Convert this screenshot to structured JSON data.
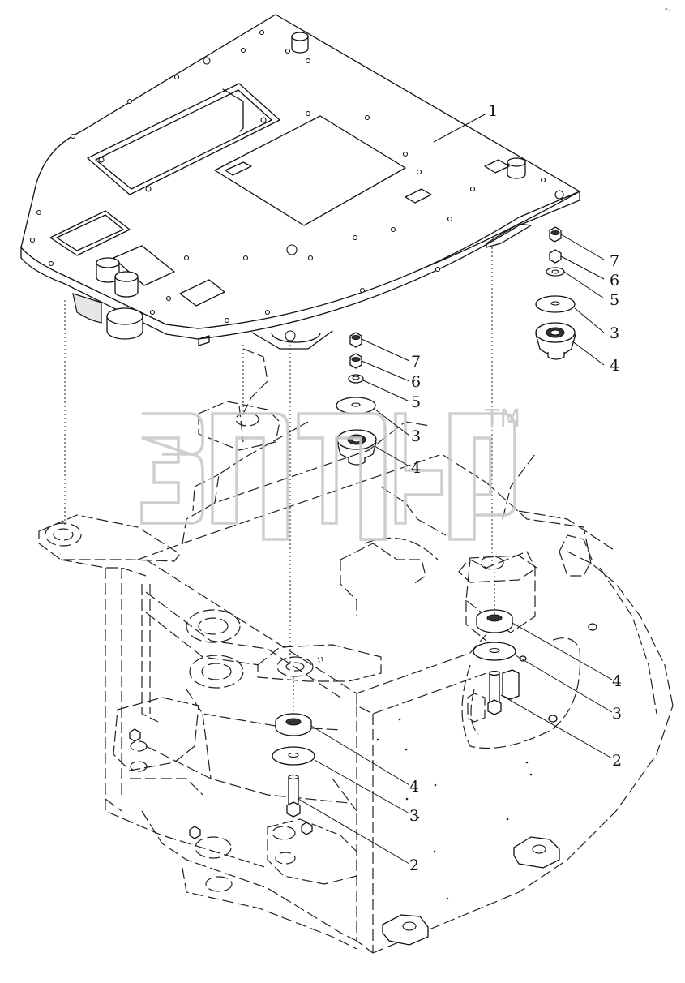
{
  "diagram": {
    "corner_mark": "-.",
    "watermark": {
      "trademark": "TM"
    },
    "callouts": [
      {
        "id": "c1",
        "label": "1"
      },
      {
        "id": "c7a",
        "label": "7"
      },
      {
        "id": "c6a",
        "label": "6"
      },
      {
        "id": "c5a",
        "label": "5"
      },
      {
        "id": "c3a",
        "label": "3"
      },
      {
        "id": "c4a",
        "label": "4"
      },
      {
        "id": "c7b",
        "label": "7"
      },
      {
        "id": "c6b",
        "label": "6"
      },
      {
        "id": "c5b",
        "label": "5"
      },
      {
        "id": "c3b",
        "label": "3"
      },
      {
        "id": "c4b",
        "label": "4"
      },
      {
        "id": "c4c",
        "label": "4"
      },
      {
        "id": "c3c",
        "label": "3"
      },
      {
        "id": "c2c",
        "label": "2"
      },
      {
        "id": "c4d",
        "label": "4"
      },
      {
        "id": "c3d",
        "label": "3"
      },
      {
        "id": "c2d",
        "label": "2"
      }
    ]
  }
}
